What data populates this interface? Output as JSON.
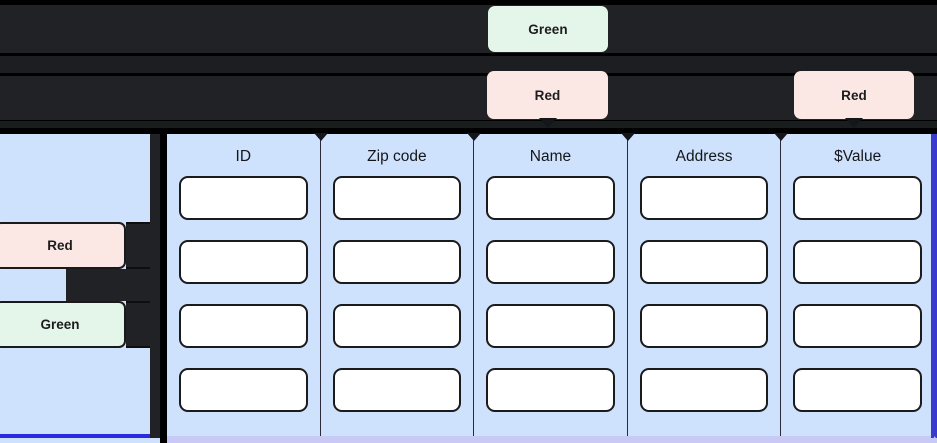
{
  "toolbar": {
    "chips": [
      {
        "label": "Green",
        "color_name": "green",
        "color": "#e4f5e9"
      },
      {
        "label": "Red",
        "color_name": "red",
        "color": "#fbe7e4"
      },
      {
        "label": "Red",
        "color_name": "red",
        "color": "#fbe7e4"
      }
    ]
  },
  "sidebar": {
    "chips": [
      {
        "label": "Red",
        "color_name": "red",
        "color": "#fbe7e4"
      },
      {
        "label": "Green",
        "color_name": "green",
        "color": "#e4f5e9"
      }
    ]
  },
  "table": {
    "columns": [
      {
        "header": "ID"
      },
      {
        "header": "Zip code"
      },
      {
        "header": "Name"
      },
      {
        "header": "Address"
      },
      {
        "header": "$Value"
      }
    ],
    "row_count": 4,
    "cell_value": ""
  },
  "colors": {
    "panel_background": "#cfe2fd",
    "toolbar_background": "#212226",
    "page_background": "#000000",
    "accent_border": "#2b2bdd",
    "cell_background": "#ffffff",
    "cell_border": "#1b1b1b"
  }
}
